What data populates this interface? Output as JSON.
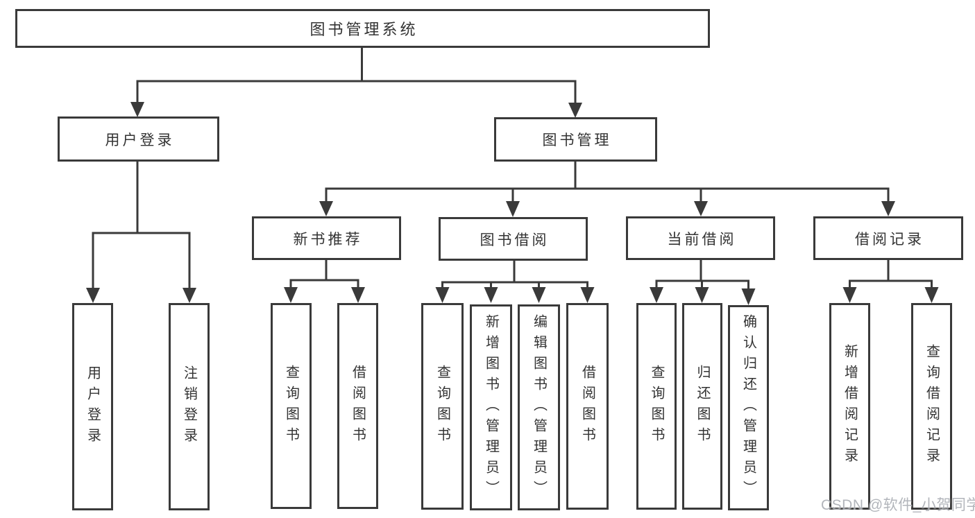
{
  "diagram": {
    "title": "图书管理系统",
    "branches": [
      {
        "label": "用户登录",
        "children": [
          "用户登录",
          "注销登录"
        ]
      },
      {
        "label": "图书管理",
        "children": [
          {
            "label": "新书推荐",
            "children": [
              "查询图书",
              "借阅图书"
            ]
          },
          {
            "label": "图书借阅",
            "children": [
              "查询图书",
              "新增图书（管理员）",
              "编辑图书（管理员）",
              "借阅图书"
            ]
          },
          {
            "label": "当前借阅",
            "children": [
              "查询图书",
              "归还图书",
              "确认归还（管理员）"
            ]
          },
          {
            "label": "借阅记录",
            "children": [
              "新增借阅记录",
              "查询借阅记录"
            ]
          }
        ]
      }
    ]
  },
  "watermark": {
    "text": "CSDN @软件_小贺同学"
  },
  "colors": {
    "line": "#3a3a3a",
    "box_border": "#3a3a3a",
    "box_fill": "#ffffff",
    "text": "#333333",
    "watermark": "#aaaeb4",
    "background": "#ffffff"
  }
}
